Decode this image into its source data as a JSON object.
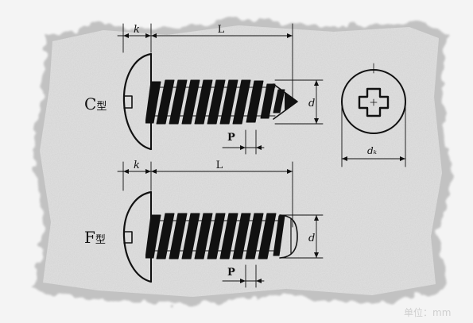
{
  "diagram": {
    "c_type": {
      "type_letter": "C",
      "type_suffix": "型",
      "dim_k": "k",
      "dim_L": "L",
      "dim_d": "d",
      "dim_P": "P"
    },
    "f_type": {
      "type_letter": "F",
      "type_suffix": "型",
      "dim_k": "k",
      "dim_L": "L",
      "dim_d": "d",
      "dim_P": "P"
    },
    "head_view": {
      "dim_dk": "dₖ"
    }
  },
  "footer": {
    "unit_note": "单位：mm"
  },
  "colors": {
    "background": "#f4f4f4",
    "paper": "#dedede",
    "ink": "#111111"
  }
}
